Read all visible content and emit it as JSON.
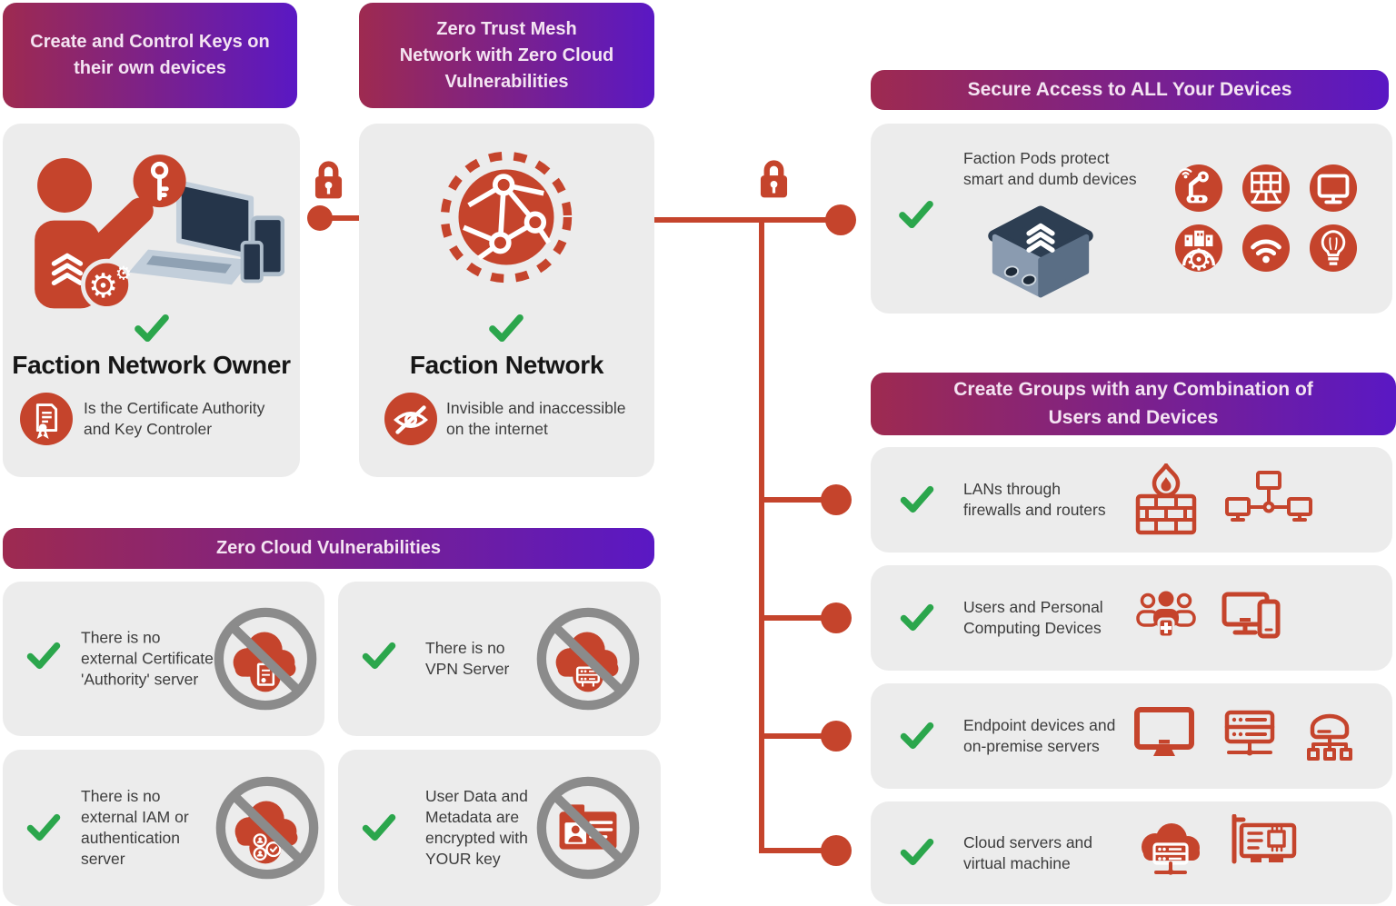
{
  "colors": {
    "accent_red": "#C5442C",
    "gradient_left": "#9E2A50",
    "gradient_right": "#5A18C4",
    "header_text": "#F4E4F2",
    "card_bg": "#ECECEC",
    "check_green": "#2BA64C",
    "title_text": "#161616",
    "body_text": "#3C3C3C",
    "prohibit_gray": "#8B8B8B",
    "pod_navy": "#2D3E52"
  },
  "headers": {
    "keys": "Create and Control Keys on\ntheir own devices",
    "mesh": "Zero Trust Mesh\nNetwork with Zero Cloud\nVulnerabilities",
    "secure_access": "Secure Access to ALL Your Devices",
    "create_groups": "Create Groups with any Combination of\nUsers and Devices",
    "zero_cloud": "Zero Cloud Vulnerabilities"
  },
  "owner_card": {
    "title": "Faction Network Owner",
    "description": "Is the Certificate Authority\nand Key Controler",
    "icons": [
      "person-with-key-and-devices",
      "check-icon",
      "certificate-icon"
    ]
  },
  "network_card": {
    "title": "Faction Network",
    "description": "Invisible and inaccessible\non the internet",
    "icons": [
      "mesh-globe-icon",
      "check-icon",
      "eye-slash-icon"
    ]
  },
  "pods_card": {
    "description": "Faction Pods protect\nsmart and dumb devices",
    "icons": [
      "check-icon",
      "faction-pod-device"
    ],
    "device_icons": [
      "robot-arm-icon",
      "solar-panel-icon",
      "monitor-icon",
      "factory-gear-icon",
      "wifi-icon",
      "lightbulb-icon"
    ]
  },
  "group_cards": [
    {
      "label": "LANs through\nfirewalls and routers",
      "icons": [
        "firewall-icon",
        "lan-network-icon"
      ]
    },
    {
      "label": "Users and Personal\nComputing Devices",
      "icons": [
        "user-group-icon",
        "personal-devices-icon"
      ]
    },
    {
      "label": "Endpoint devices and\non-premise servers",
      "icons": [
        "monitor-icon",
        "server-rack-icon",
        "router-tree-icon"
      ]
    },
    {
      "label": "Cloud servers and\nvirtual machine",
      "icons": [
        "cloud-server-icon",
        "gpu-card-icon"
      ]
    }
  ],
  "vuln_cards": [
    {
      "label": "There is no\nexternal Certificate\n'Authority' server",
      "icon": "no-cloud-certificate-icon"
    },
    {
      "label": "There is no\nVPN Server",
      "icon": "no-cloud-vpn-icon"
    },
    {
      "label": "There is no\nexternal IAM or\nauthentication\nserver",
      "icon": "no-cloud-iam-icon"
    },
    {
      "label": "User Data and\nMetadata are\nencrypted with\nYOUR key",
      "icon": "no-id-card-icon"
    }
  ],
  "connectors": {
    "lock_icons": 2,
    "nodes": 6
  }
}
